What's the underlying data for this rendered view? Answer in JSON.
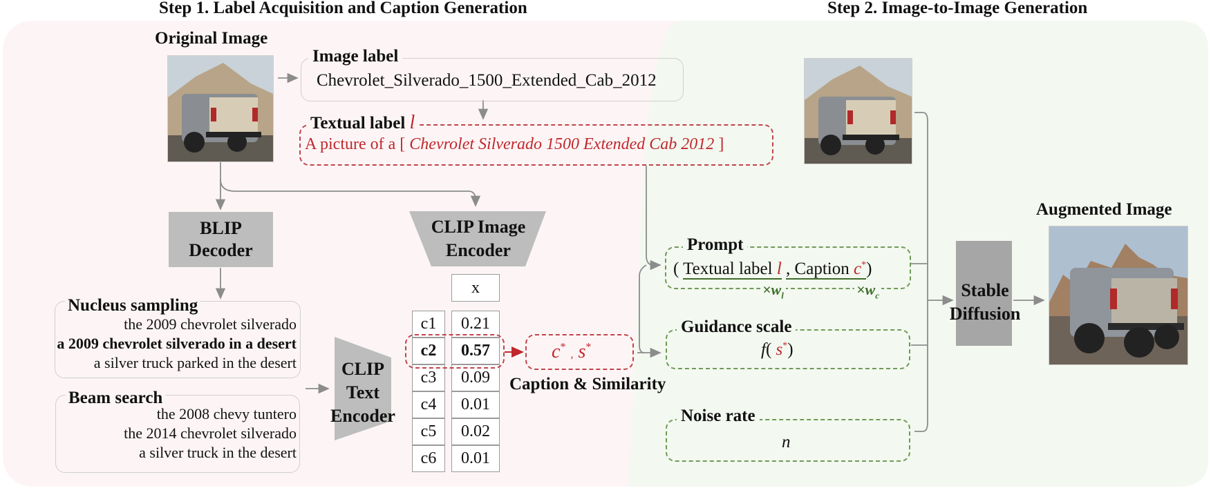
{
  "step1": {
    "title": "Step 1. Label Acquisition and Caption Generation",
    "original_image_label": "Original Image",
    "image_label_box": {
      "title": "Image label",
      "value": "Chevrolet_Silverado_1500_Extended_Cab_2012"
    },
    "textual_label_box": {
      "title": "Textual label",
      "symbol": "l",
      "prefix": "A picture of a [",
      "value": "Chevrolet Silverado 1500 Extended Cab 2012",
      "suffix": "]"
    },
    "blip_decoder": {
      "line1": "BLIP",
      "line2": "Decoder"
    },
    "clip_image_encoder": {
      "line1": "CLIP Image",
      "line2": "Encoder"
    },
    "clip_text_encoder": {
      "line1": "CLIP",
      "line2": "Text",
      "line3": "Encoder"
    },
    "nucleus_sampling": {
      "title": "Nucleus  sampling",
      "captions": [
        {
          "text": "the 2009 chevrolet silverado",
          "bold": false
        },
        {
          "text": "a 2009 chevrolet silverado in a desert",
          "bold": true
        },
        {
          "text": "a silver truck parked in the desert",
          "bold": false
        }
      ]
    },
    "beam_search": {
      "title": "Beam search",
      "captions": [
        {
          "text": "the 2008 chevy tuntero",
          "bold": false
        },
        {
          "text": "the 2014 chevrolet silverado",
          "bold": false
        },
        {
          "text": "a silver truck in the desert",
          "bold": false
        }
      ]
    },
    "similarity_table": {
      "image_embedding": "x",
      "rows": [
        {
          "caption": "c1",
          "score": "0.21",
          "selected": false
        },
        {
          "caption": "c2",
          "score": "0.57",
          "selected": true
        },
        {
          "caption": "c3",
          "score": "0.09",
          "selected": false
        },
        {
          "caption": "c4",
          "score": "0.01",
          "selected": false
        },
        {
          "caption": "c5",
          "score": "0.02",
          "selected": false
        },
        {
          "caption": "c6",
          "score": "0.01",
          "selected": false
        }
      ]
    },
    "selected_output": {
      "c": "c",
      "s": "s",
      "star": "*",
      "sep": ","
    },
    "caption_similarity_label": "Caption & Similarity"
  },
  "step2": {
    "title": "Step 2. Image-to-Image Generation",
    "prompt_box": {
      "title": "Prompt",
      "open": "(",
      "textual_label": "Textual label",
      "l": "l",
      "comma": ",",
      "caption": "Caption",
      "c": "c",
      "star": "*",
      "close": ")",
      "weight_l": "×w",
      "weight_l_sub": "l",
      "weight_c": "×w",
      "weight_c_sub": "c"
    },
    "guidance_box": {
      "title": "Guidance scale",
      "f": "f",
      "open": "(",
      "s": "s",
      "star": "*",
      "close": ")"
    },
    "noise_box": {
      "title": "Noise rate",
      "value": "n"
    },
    "stable_diffusion": {
      "line1": "Stable",
      "line2": "Diffusion"
    },
    "augmented_image_label": "Augmented Image"
  },
  "colors": {
    "step1_bg": "#fdf5f5",
    "step2_bg": "#f3f8f0",
    "red_accent": "#c0272d",
    "green_accent": "#6f9a56",
    "block_gray": "#bdbdbd",
    "arrow_gray": "#8c8c8c"
  }
}
